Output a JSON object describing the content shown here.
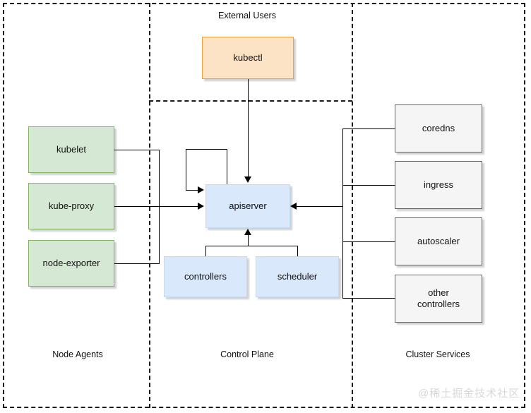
{
  "diagram": {
    "title_caption": "External  Users",
    "watermark": "@稀土掘金技术社区",
    "zones": [
      {
        "id": "node-agents",
        "label": "Node Agents"
      },
      {
        "id": "control-plane",
        "label": "Control Plane"
      },
      {
        "id": "cluster-services",
        "label": "Cluster Services"
      }
    ],
    "nodes": {
      "kubectl": {
        "label": "kubectl",
        "color": "#fde3c5",
        "border": "#e8a33d"
      },
      "kubelet": {
        "label": "kubelet",
        "color": "#d5e8d4",
        "border": "#82b366"
      },
      "kube_proxy": {
        "label": "kube-proxy",
        "color": "#d5e8d4",
        "border": "#82b366"
      },
      "node_exporter": {
        "label": "node-exporter",
        "color": "#d5e8d4",
        "border": "#82b366"
      },
      "apiserver": {
        "label": "apiserver",
        "color": "#dae8fc",
        "border": "#c5d9f1"
      },
      "controllers": {
        "label": "controllers",
        "color": "#dae8fc",
        "border": "#c5d9f1"
      },
      "scheduler": {
        "label": "scheduler",
        "color": "#dae8fc",
        "border": "#c5d9f1"
      },
      "coredns": {
        "label": "coredns",
        "color": "#f5f5f5",
        "border": "#666666"
      },
      "ingress": {
        "label": "ingress",
        "color": "#f5f5f5",
        "border": "#666666"
      },
      "autoscaler": {
        "label": "autoscaler",
        "color": "#f5f5f5",
        "border": "#666666"
      },
      "other_controllers": {
        "label": "other\ncontrollers",
        "color": "#f5f5f5",
        "border": "#666666"
      }
    }
  }
}
